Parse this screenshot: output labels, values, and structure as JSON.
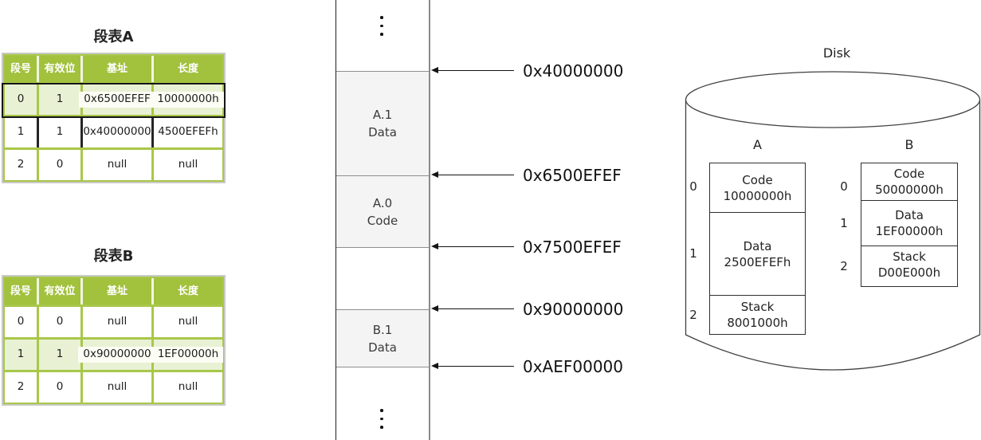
{
  "colors": {
    "header_green": "#a2c13d",
    "grid_green": "#a8c748",
    "row_highlight_green": "#e9f1d4",
    "value_box_bg": "#fcfdf4",
    "memory_section_gray": "#f4f4f4"
  },
  "seg_table_a": {
    "title": "段表A",
    "headers": [
      "段号",
      "有效位",
      "基址",
      "长度"
    ],
    "rows": [
      {
        "cells": [
          "0",
          "1",
          "0x6500EFEF",
          "10000000h"
        ],
        "highlighted": true,
        "outlined": false
      },
      {
        "cells": [
          "1",
          "1",
          "0x40000000",
          "4500EFEFh"
        ],
        "highlighted": false,
        "outlined": true
      },
      {
        "cells": [
          "2",
          "0",
          "null",
          "null"
        ],
        "highlighted": false,
        "outlined": false
      }
    ]
  },
  "seg_table_b": {
    "title": "段表B",
    "headers": [
      "段号",
      "有效位",
      "基址",
      "长度"
    ],
    "rows": [
      {
        "cells": [
          "0",
          "0",
          "null",
          "null"
        ],
        "highlighted": false,
        "outlined": false
      },
      {
        "cells": [
          "1",
          "1",
          "0x90000000",
          "1EF00000h"
        ],
        "highlighted": true,
        "outlined": false
      },
      {
        "cells": [
          "2",
          "0",
          "null",
          "null"
        ],
        "highlighted": false,
        "outlined": false
      }
    ]
  },
  "memory": {
    "sections": [
      {
        "line1": "A.1",
        "line2": "Data"
      },
      {
        "line1": "A.0",
        "line2": "Code"
      },
      {
        "line1": "B.1",
        "line2": "Data"
      }
    ],
    "addresses": [
      "0x40000000",
      "0x6500EFEF",
      "0x7500EFEF",
      "0x90000000",
      "0xAEF00000"
    ]
  },
  "disk": {
    "title": "Disk",
    "groups": [
      {
        "name": "A",
        "rows": [
          {
            "index": "0",
            "type": "Code",
            "size": "10000000h"
          },
          {
            "index": "1",
            "type": "Data",
            "size": "2500EFEFh"
          },
          {
            "index": "2",
            "type": "Stack",
            "size": "8001000h"
          }
        ]
      },
      {
        "name": "B",
        "rows": [
          {
            "index": "0",
            "type": "Code",
            "size": "50000000h"
          },
          {
            "index": "1",
            "type": "Data",
            "size": "1EF00000h"
          },
          {
            "index": "2",
            "type": "Stack",
            "size": "D00E000h"
          }
        ]
      }
    ]
  }
}
